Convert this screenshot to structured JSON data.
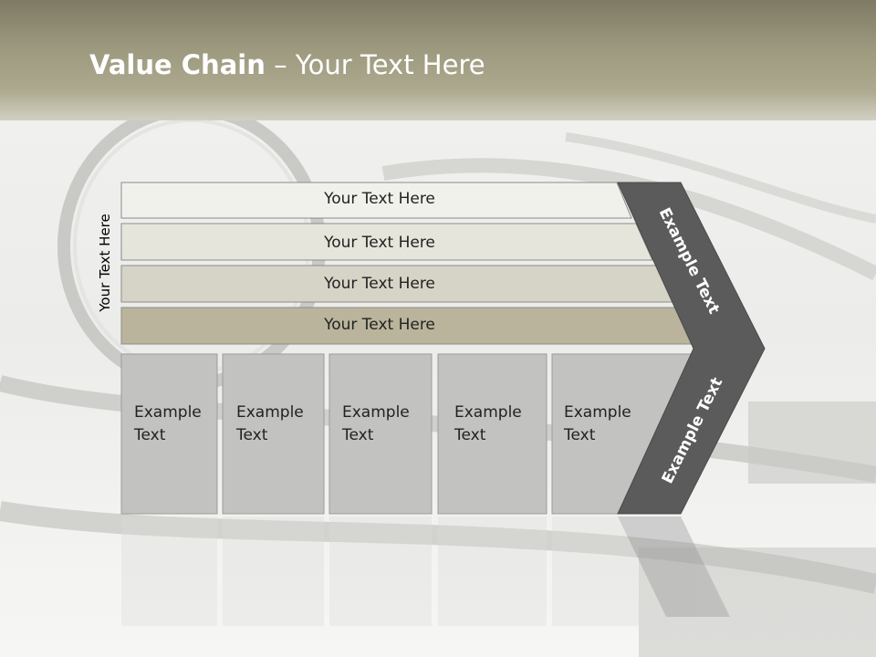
{
  "slide": {
    "title_bold": "Value Chain",
    "title_rest": " – Your Text Here",
    "side_label": "Your Text Here"
  },
  "rows": [
    {
      "label": "Your Text Here",
      "color": "#f1f1ec"
    },
    {
      "label": "Your Text Here",
      "color": "#e6e5dc"
    },
    {
      "label": "Your Text Here",
      "color": "#d6d4c6"
    },
    {
      "label": "Your Text Here",
      "color": "#b9b49b"
    }
  ],
  "boxes": [
    {
      "line1": "Example",
      "line2": "Text"
    },
    {
      "line1": "Example",
      "line2": "Text"
    },
    {
      "line1": "Example",
      "line2": "Text"
    },
    {
      "line1": "Example",
      "line2": "Text"
    },
    {
      "line1": "Example",
      "line2": "Text"
    }
  ],
  "arrow": {
    "upper_label": "Example Text",
    "lower_label": "Example Text",
    "color": "#5b5b5b"
  }
}
